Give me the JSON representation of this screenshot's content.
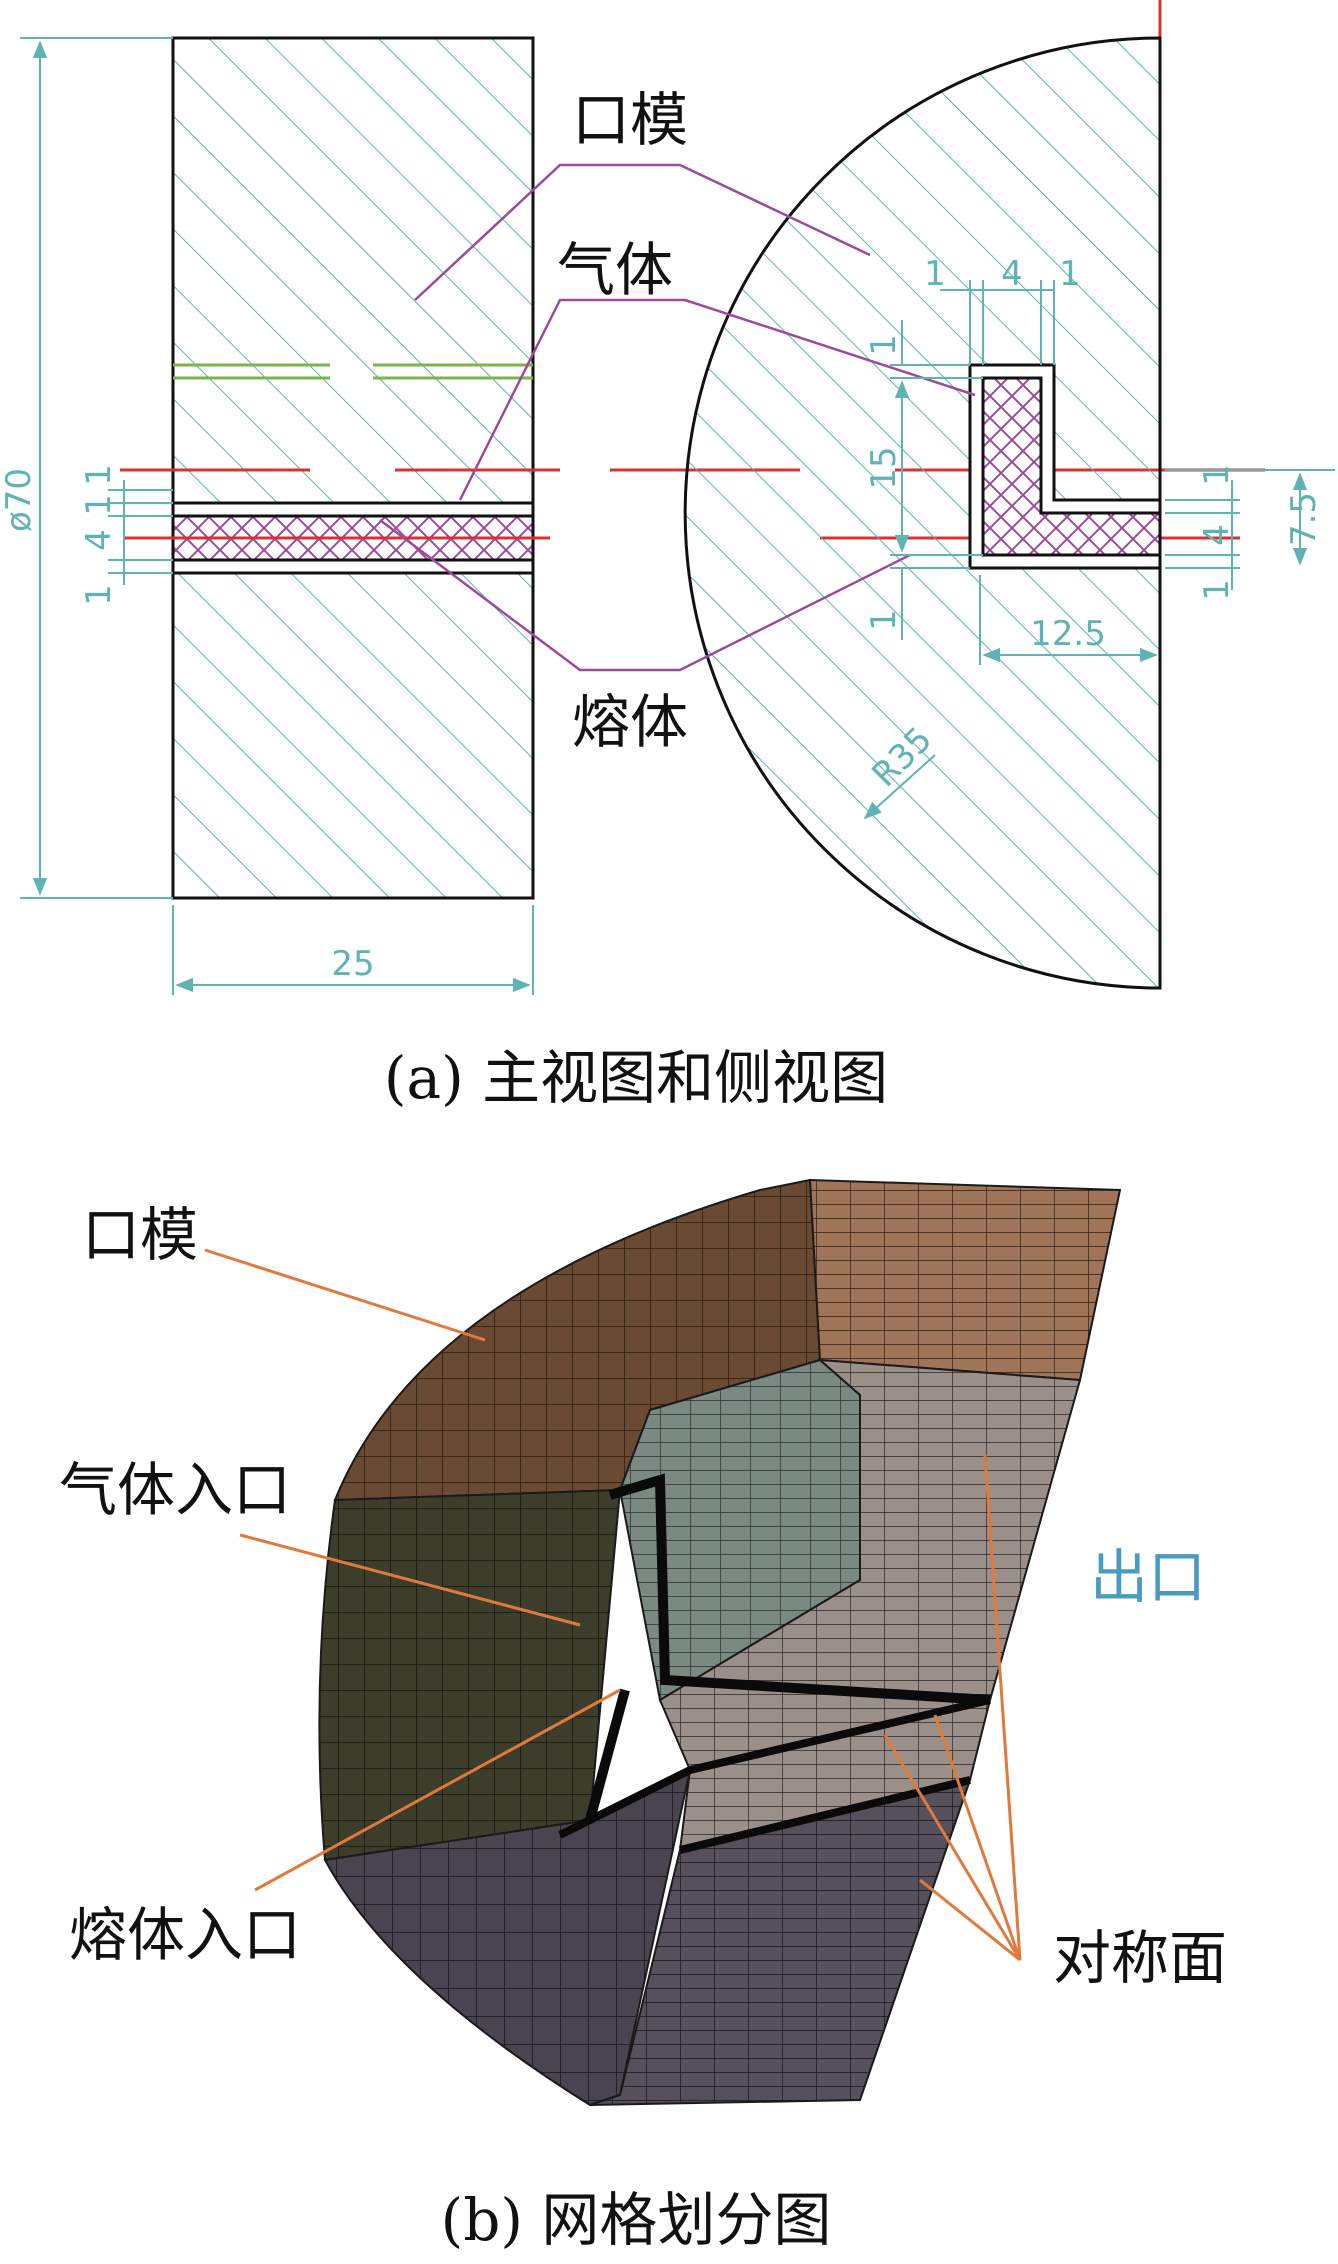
{
  "part_a": {
    "caption": "(a) 主视图和侧视图",
    "labels": {
      "die": "口模",
      "gas": "气体",
      "melt": "熔体"
    },
    "dims": {
      "diameter": "ø70",
      "width": "25",
      "left_stack": [
        "1",
        "4",
        "1",
        "1"
      ],
      "top_1a": "1",
      "top_4": "4",
      "top_1b": "1",
      "vert_1_top": "1",
      "vert_15": "15",
      "vert_1_bot": "1",
      "right_1a": "1",
      "right_4": "4",
      "right_1b": "1",
      "height_7_5": "7.5",
      "len_12_5": "12.5",
      "radius": "R35"
    }
  },
  "part_b": {
    "caption": "(b) 网格划分图",
    "labels": {
      "die": "口模",
      "gas_inlet": "气体入口",
      "melt_inlet": "熔体入口",
      "outlet": "出口",
      "symmetry": "对称面"
    }
  },
  "colors": {
    "outline": "#111111",
    "hatch": "#5fb3b5",
    "center_line": "#d93030",
    "leader_a": "#9c4a9c",
    "leader_b": "#e07a3c",
    "green_line": "#7db34a",
    "mesh_die": "#6b4a33",
    "mesh_gas": "#3d3d2c",
    "mesh_melt": "#4a4450"
  }
}
